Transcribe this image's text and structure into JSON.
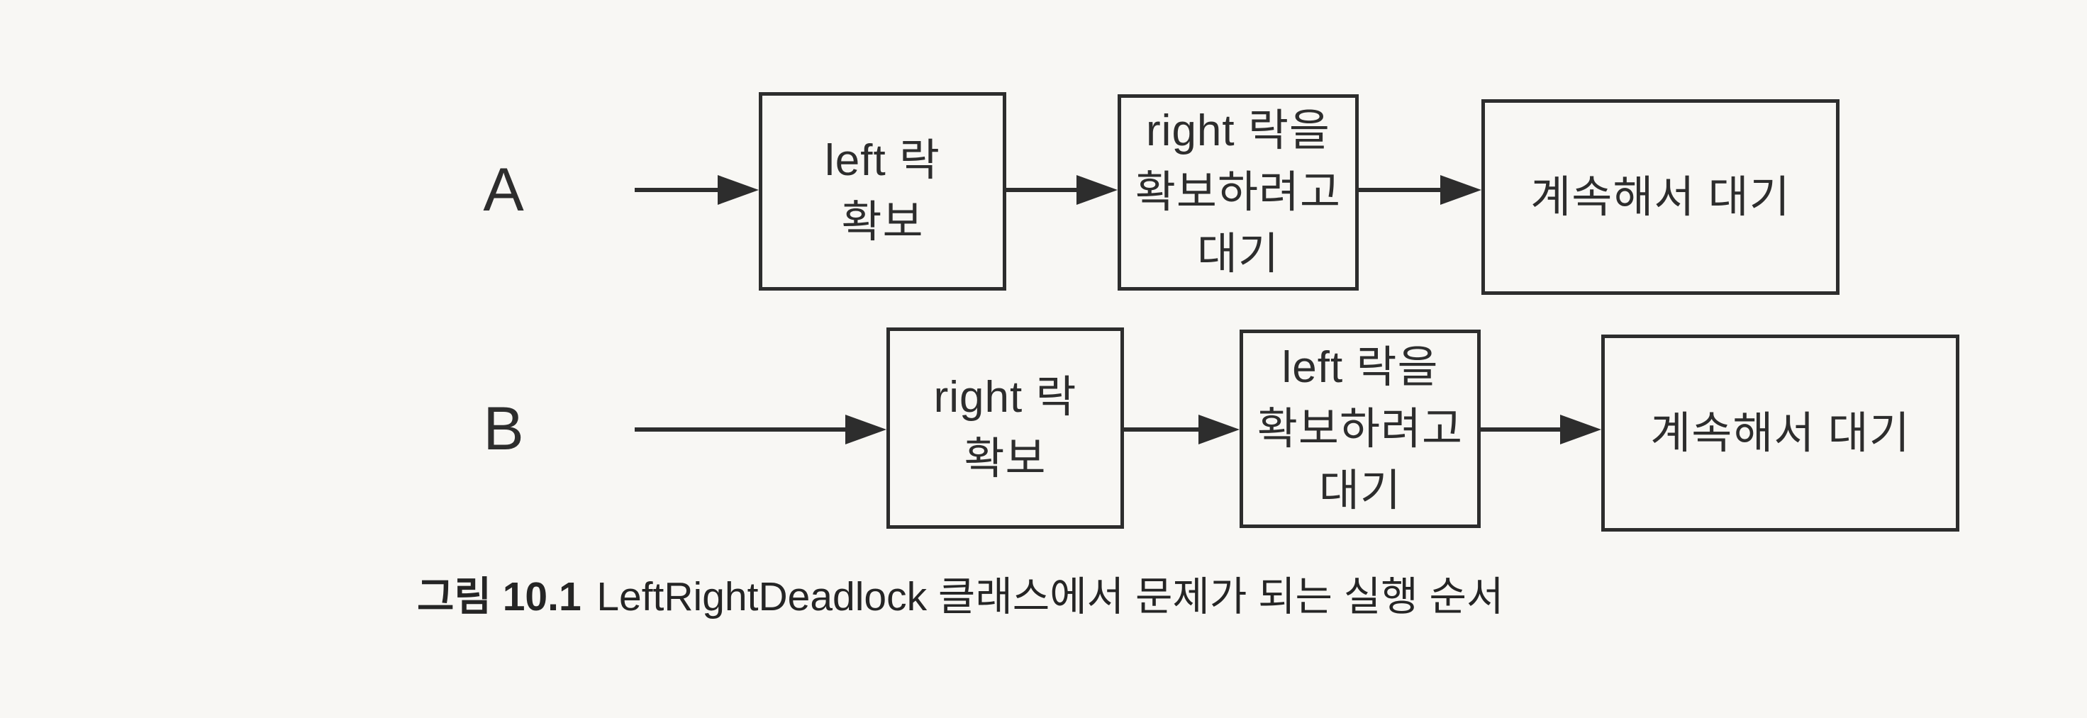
{
  "figure": {
    "rows": [
      {
        "label": "A",
        "boxes": [
          {
            "lines": [
              "left 락",
              "확보"
            ]
          },
          {
            "lines": [
              "right 락을",
              "확보하려고",
              "대기"
            ]
          },
          {
            "lines": [
              "계속해서 대기"
            ]
          }
        ]
      },
      {
        "label": "B",
        "boxes": [
          {
            "lines": [
              "right 락",
              "확보"
            ]
          },
          {
            "lines": [
              "left 락을",
              "확보하려고",
              "대기"
            ]
          },
          {
            "lines": [
              "계속해서 대기"
            ]
          }
        ]
      }
    ],
    "caption": {
      "number": "그림 10.1",
      "text": "LeftRightDeadlock 클래스에서 문제가 되는 실행 순서"
    }
  },
  "colors": {
    "ink": "#2d2d2d",
    "paper": "#f8f7f4"
  }
}
